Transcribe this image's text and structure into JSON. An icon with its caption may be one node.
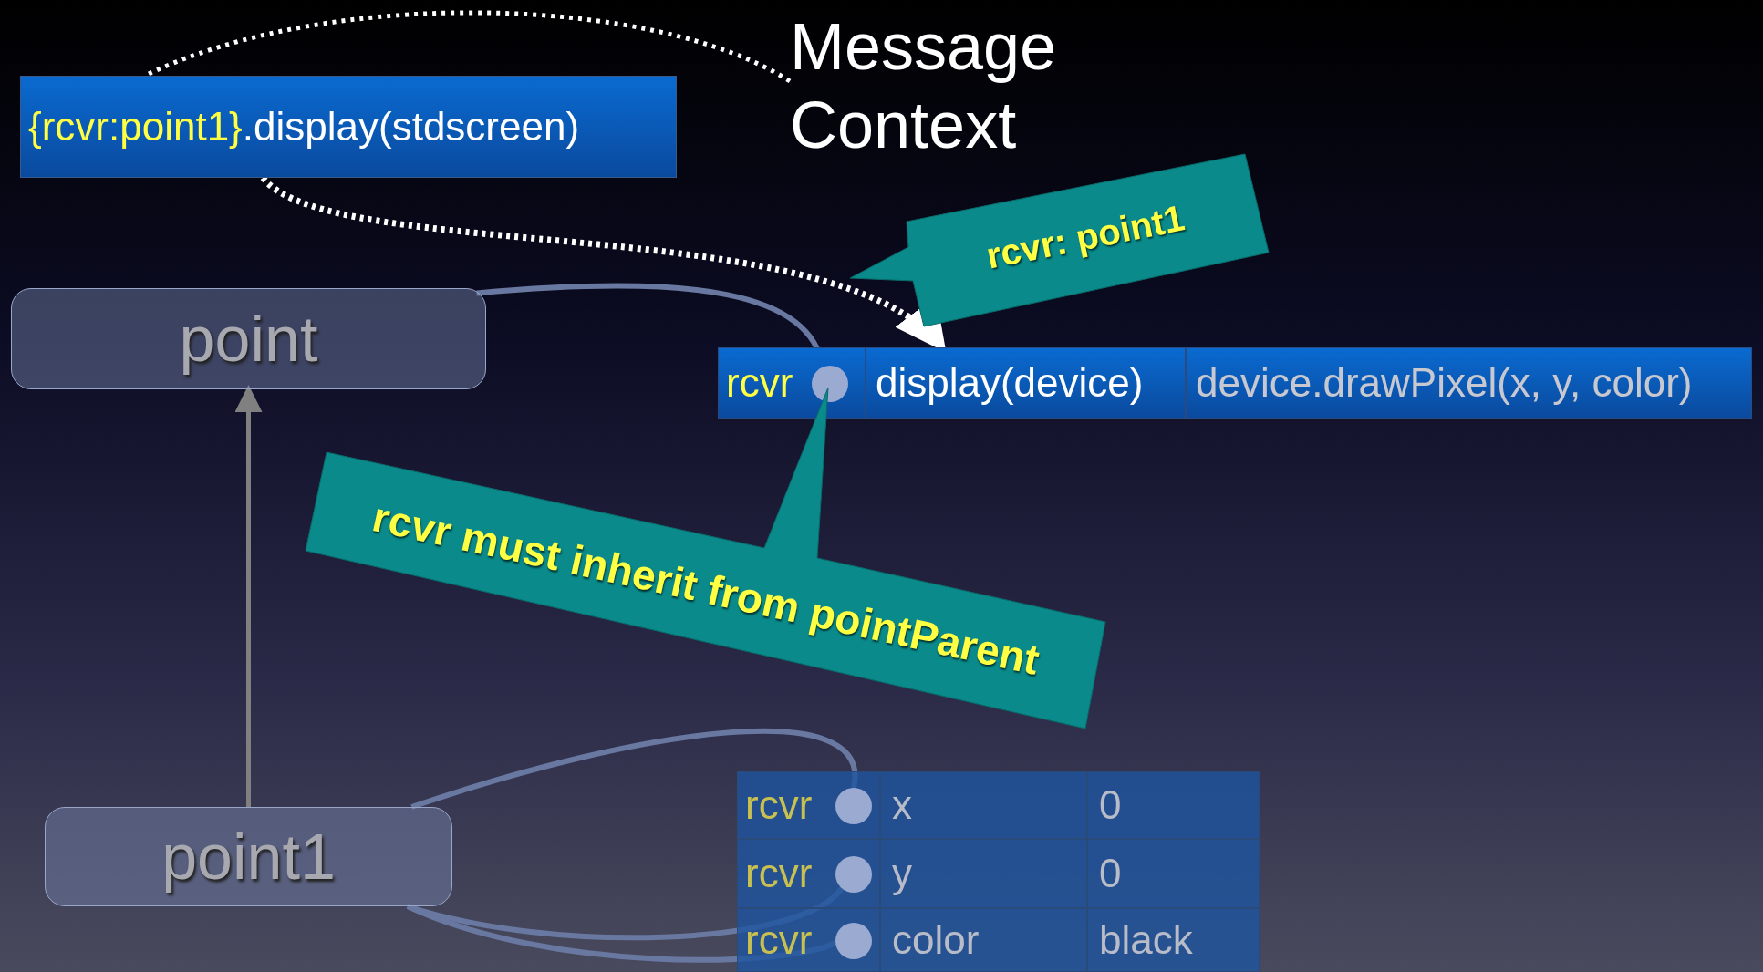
{
  "diagram": {
    "nodes": [
      {
        "text": [
          "{rcvr:point1}",
          ".display(stdscreen)"
        ]
      },
      {
        "text": [
          "Message Context"
        ]
      },
      {
        "text": [
          "rcvr: point1"
        ]
      },
      {
        "text": [
          "point"
        ]
      },
      {
        "text": [
          "rcvr"
        ]
      },
      {
        "text": [],
        "shape": "circle",
        "in": 4
      },
      {
        "text": [
          "display(device)"
        ]
      },
      {
        "text": [
          "device.drawPixel(x, y, color)"
        ]
      },
      {
        "text": [
          "rcvr must inherit from pointParent"
        ]
      },
      {
        "text": [
          "point1"
        ]
      },
      {
        "text": [
          "rcvr"
        ]
      },
      {
        "text": [],
        "shape": "circle",
        "in": 10
      },
      {
        "text": [
          "x"
        ]
      },
      {
        "text": [
          "0"
        ]
      },
      {
        "text": [
          "rcvr"
        ]
      },
      {
        "text": [],
        "shape": "circle",
        "in": 14
      },
      {
        "text": [
          "y"
        ]
      },
      {
        "text": [
          "0"
        ]
      },
      {
        "text": [
          "rcvr"
        ]
      },
      {
        "text": [],
        "shape": "circle",
        "in": 18
      },
      {
        "text": [
          "color"
        ]
      },
      {
        "text": [
          "black"
        ]
      }
    ],
    "edges": [
      {
        "from": 1,
        "to": 0,
        "arrow": "none",
        "style": "dashed",
        "color": "#ffffff"
      },
      {
        "from": 0,
        "to": 6,
        "arrow": "to",
        "style": "dashed",
        "color": "#ffffff"
      },
      {
        "from": 3,
        "to": 5,
        "arrow": "none"
      },
      {
        "from": 9,
        "to": 3,
        "arrow": "to",
        "color": "#808080"
      },
      {
        "from": 9,
        "to": 11,
        "arrow": "none"
      },
      {
        "from": 9,
        "to": 15,
        "arrow": "none"
      },
      {
        "from": 9,
        "to": 19,
        "arrow": "none"
      }
    ]
  }
}
